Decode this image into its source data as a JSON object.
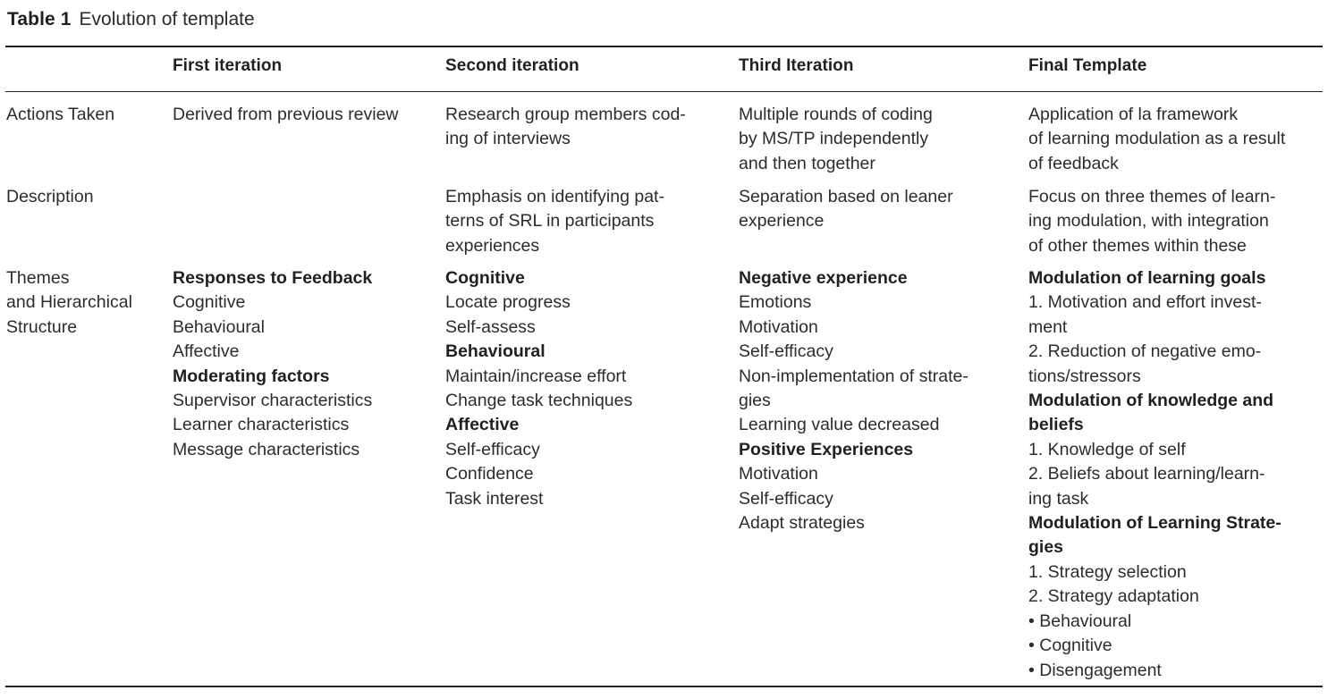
{
  "caption": {
    "label": "Table 1",
    "text": "Evolution of template"
  },
  "table": {
    "row_header_blank": "",
    "columns": [
      {
        "key": "rowlabel",
        "header": ""
      },
      {
        "key": "first",
        "header": "First iteration"
      },
      {
        "key": "second",
        "header": "Second iteration"
      },
      {
        "key": "third",
        "header": "Third Iteration"
      },
      {
        "key": "final",
        "header": "Final Template"
      }
    ],
    "rows": [
      {
        "label": "Actions Taken",
        "label_lines": [
          "Actions Taken"
        ],
        "first": {
          "lines": [
            "Derived from previous review"
          ]
        },
        "second": {
          "lines": [
            "Research group members cod-",
            "ing of interviews"
          ]
        },
        "third": {
          "lines": [
            "Multiple rounds of coding",
            "by MS/TP independently",
            "and then together"
          ]
        },
        "final": {
          "lines": [
            "Application of la framework",
            "of learning modulation as a result",
            "of feedback"
          ]
        }
      },
      {
        "label": "Description",
        "label_lines": [
          "Description"
        ],
        "first": {
          "lines": []
        },
        "second": {
          "lines": [
            "Emphasis on identifying pat-",
            "terns of SRL in participants",
            "experiences"
          ]
        },
        "third": {
          "lines": [
            "Separation based on leaner",
            "experience"
          ]
        },
        "final": {
          "lines": [
            "Focus on three themes of learn-",
            "ing modulation, with integration",
            "of other themes within these"
          ]
        }
      },
      {
        "label": "Themes and Hierarchical Structure",
        "label_lines": [
          "Themes",
          "and Hierarchical",
          "Structure"
        ],
        "first": {
          "items": [
            {
              "text": "Responses to Feedback",
              "bold": true
            },
            {
              "text": "Cognitive",
              "bold": false
            },
            {
              "text": "Behavioural",
              "bold": false
            },
            {
              "text": "Affective",
              "bold": false
            },
            {
              "text": "Moderating factors",
              "bold": true
            },
            {
              "text": "Supervisor characteristics",
              "bold": false
            },
            {
              "text": "Learner characteristics",
              "bold": false
            },
            {
              "text": "Message characteristics",
              "bold": false
            }
          ]
        },
        "second": {
          "items": [
            {
              "text": "Cognitive",
              "bold": true
            },
            {
              "text": "Locate progress",
              "bold": false
            },
            {
              "text": "Self-assess",
              "bold": false
            },
            {
              "text": "Behavioural",
              "bold": true
            },
            {
              "text": "Maintain/increase effort",
              "bold": false
            },
            {
              "text": "Change task techniques",
              "bold": false
            },
            {
              "text": "Affective",
              "bold": true
            },
            {
              "text": "Self-efficacy",
              "bold": false
            },
            {
              "text": "Confidence",
              "bold": false
            },
            {
              "text": "Task interest",
              "bold": false
            }
          ]
        },
        "third": {
          "items": [
            {
              "text": "Negative experience",
              "bold": true
            },
            {
              "text": "Emotions",
              "bold": false
            },
            {
              "text": "Motivation",
              "bold": false
            },
            {
              "text": "Self-efficacy",
              "bold": false
            },
            {
              "text": "Non-implementation of strate-",
              "bold": false
            },
            {
              "text": "gies",
              "bold": false
            },
            {
              "text": "Learning value decreased",
              "bold": false
            },
            {
              "text": "Positive Experiences",
              "bold": true
            },
            {
              "text": "Motivation",
              "bold": false
            },
            {
              "text": "Self-efficacy",
              "bold": false
            },
            {
              "text": "Adapt strategies",
              "bold": false
            }
          ]
        },
        "final": {
          "items": [
            {
              "text": "Modulation of learning goals",
              "bold": true
            },
            {
              "text": "1. Motivation and effort invest-",
              "bold": false
            },
            {
              "text": "ment",
              "bold": false
            },
            {
              "text": "2. Reduction of negative emo-",
              "bold": false
            },
            {
              "text": "tions/stressors",
              "bold": false
            },
            {
              "text": "Modulation of knowledge and",
              "bold": true
            },
            {
              "text": "beliefs",
              "bold": true
            },
            {
              "text": "1. Knowledge of self",
              "bold": false
            },
            {
              "text": "2. Beliefs about learning/learn-",
              "bold": false
            },
            {
              "text": "ing task",
              "bold": false
            },
            {
              "text": "Modulation of Learning Strate-",
              "bold": true
            },
            {
              "text": "gies",
              "bold": true
            },
            {
              "text": "1. Strategy selection",
              "bold": false
            },
            {
              "text": "2. Strategy adaptation",
              "bold": false
            },
            {
              "text": "• Behavioural",
              "bold": false
            },
            {
              "text": "• Cognitive",
              "bold": false
            },
            {
              "text": "• Disengagement",
              "bold": false
            }
          ]
        }
      }
    ]
  },
  "colors": {
    "rule": "#231f20",
    "text": "#2e2b2c",
    "heading_text": "#231f20",
    "background": "#ffffff"
  }
}
